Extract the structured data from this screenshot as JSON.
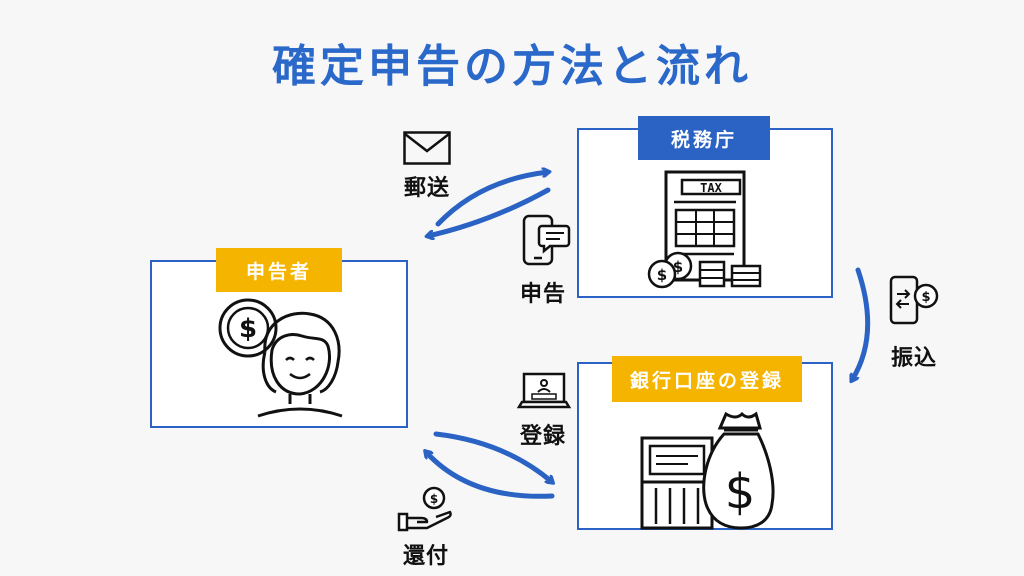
{
  "title": "確定申告の方法と流れ",
  "nodes": {
    "applicant": {
      "label": "申告者"
    },
    "tax_office": {
      "label": "税務庁"
    },
    "bank": {
      "label": "銀行口座の登録"
    }
  },
  "flows": {
    "mail": "郵送",
    "declare": "申告",
    "transfer": "振込",
    "register": "登録",
    "refund": "還付"
  },
  "icons": {
    "tax_form_text": "TAX",
    "currency_symbol": "$"
  },
  "colors": {
    "accent_blue": "#2a63c4",
    "title_blue": "#2a68c9",
    "tag_yellow": "#f5b400"
  }
}
